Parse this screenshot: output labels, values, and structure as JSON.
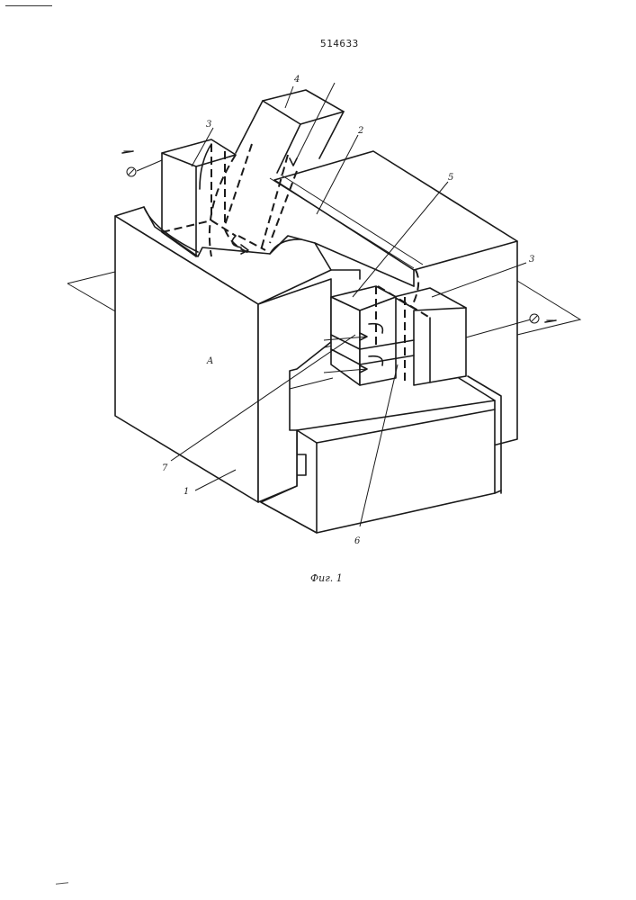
{
  "header": {
    "patent_number": "514633"
  },
  "figure": {
    "caption": "Фиг. 1",
    "plane_label": "A",
    "part_labels": {
      "p1": "1",
      "p2": "2",
      "p3_left": "3",
      "p3_right": "3",
      "p4": "4",
      "p5": "5",
      "p6": "6",
      "p7": "7"
    },
    "polarity": {
      "left": "−",
      "right": "−"
    }
  }
}
